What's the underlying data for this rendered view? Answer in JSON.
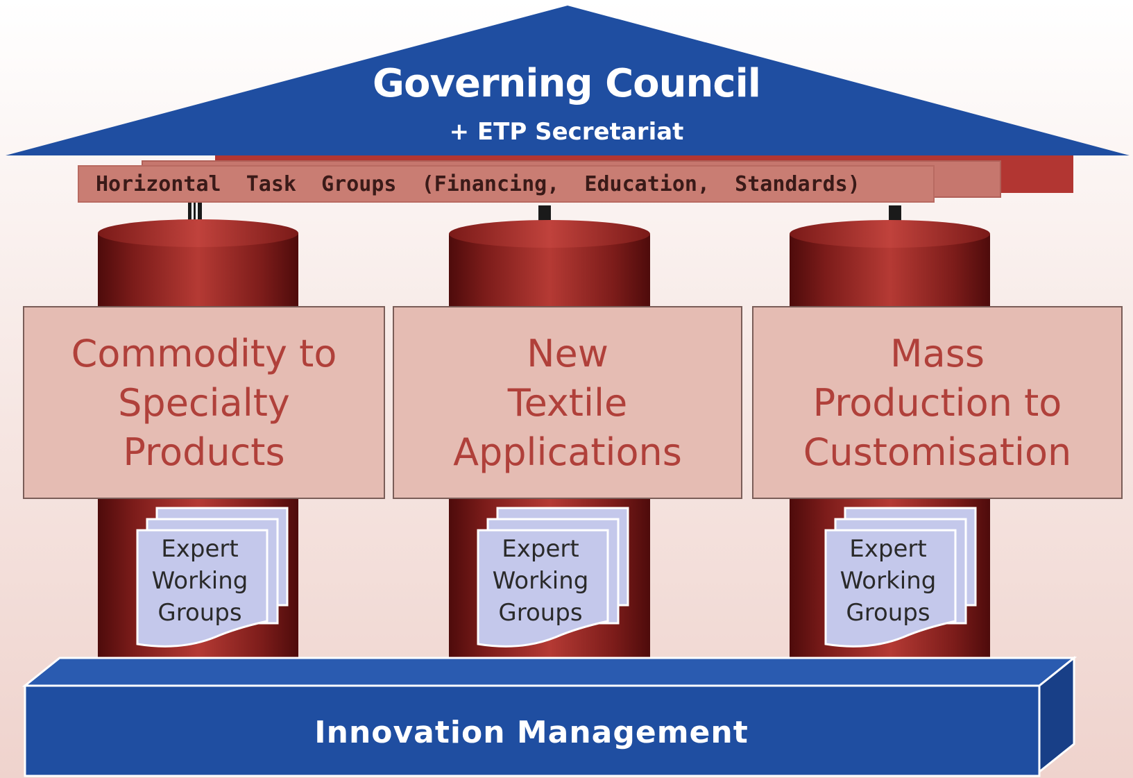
{
  "roof": {
    "title": "Governing Council",
    "subtitle": "+ ETP Secretariat"
  },
  "task_groups": {
    "label": "Horizontal  Task  Groups  (Financing,  Education,  Standards)"
  },
  "pillars": [
    {
      "label": "Commodity to\nSpecialty\nProducts",
      "sub_label": "Expert\nWorking\nGroups"
    },
    {
      "label": "New\nTextile\nApplications",
      "sub_label": "Expert\nWorking\nGroups"
    },
    {
      "label": "Mass\nProduction to\nCustomisation",
      "sub_label": "Expert\nWorking\nGroups"
    }
  ],
  "base": {
    "label": "Innovation Management"
  },
  "colors": {
    "blue": "#1f4ea1",
    "red": "#a8322e",
    "dark_red": "#5c1010",
    "pink_box": "#e5bcb3",
    "pink_text": "#b0403a",
    "lavender": "#c4c8eb"
  }
}
